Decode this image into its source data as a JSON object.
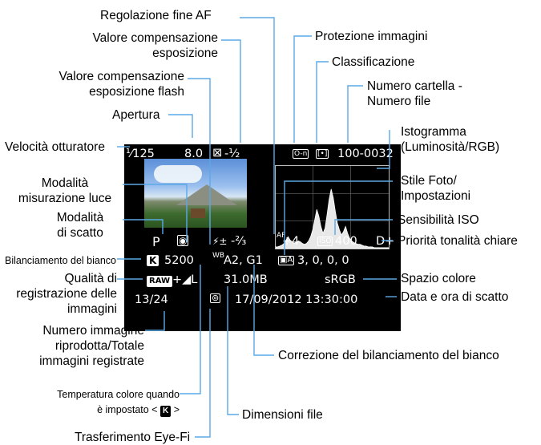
{
  "labels": {
    "regolazione_fine_af": "Regolazione fine AF",
    "valore_comp_esp_1": "Valore compensazione",
    "valore_comp_esp_2": "esposizione",
    "valore_comp_flash_1": "Valore compensazione",
    "valore_comp_flash_2": "esposizione flash",
    "apertura": "Apertura",
    "velocita_otturatore": "Velocità otturatore",
    "modalita_misurazione_1": "Modalità",
    "modalita_misurazione_2": "misurazione luce",
    "modalita_scatto_1": "Modalità",
    "modalita_scatto_2": "di scatto",
    "bilanciamento_bianco": "Bilanciamento del bianco",
    "qualita_1": "Qualità di",
    "qualita_2": "registrazione delle",
    "qualita_3": "immagini",
    "numero_immagine_1": "Numero immagine",
    "numero_immagine_2": "riprodotta/Totale",
    "numero_immagine_3": "immagini registrate",
    "temperatura_1": "Temperatura colore quando",
    "temperatura_2_prefix": "è impostato <",
    "temperatura_2_suffix": ">",
    "trasferimento_eyefi": "Trasferimento Eye-Fi",
    "dimensioni_file": "Dimensioni file",
    "correzione_bb": "Correzione del bilanciamento del bianco",
    "protezione_immagini": "Protezione immagini",
    "classificazione": "Classificazione",
    "numero_cartella_1": "Numero cartella -",
    "numero_cartella_2": "Numero file",
    "istogramma_1": "Istogramma",
    "istogramma_2": "(Luminosità/RGB)",
    "stile_foto_1": "Stile Foto/",
    "stile_foto_2": "Impostazioni",
    "sensibilita_iso": "Sensibilità ISO",
    "priorita_tonalita": "Priorità tonalità chiare",
    "spazio_colore": "Spazio colore",
    "data_ora": "Data e ora di scatto"
  },
  "screen": {
    "shutter_speed": "¹⁄125",
    "aperture": "8.0",
    "exposure_comp": "-¹⁄₂",
    "exposure_comp_icon": "⊠",
    "protect_icon": "O-n",
    "rating_icon": "[•]",
    "folder_file": "100-0032",
    "mode": "P",
    "metering_icon": "◉",
    "flash_comp": "-²⁄₃",
    "flash_icon": "⚡±",
    "af_microadjust": "+4",
    "af_icon": "AF",
    "iso_badge": "ISO",
    "iso_value": "400",
    "highlight_tone": "D+",
    "wb_badge": "K",
    "color_temp": "5200",
    "wb_shift": "A2, G1",
    "wb_shift_icon": "WB",
    "picture_style_icon": "▣A",
    "picture_style_values": "3,  0,  0,  0",
    "raw_badge": "RAW",
    "quality": "+◢L",
    "file_size": "31.0MB",
    "color_space": "sRGB",
    "image_count": "13/24",
    "eyefi_icon": "⊚",
    "datetime": "17/09/2012  13:30:00"
  },
  "histogram": [
    2,
    2,
    3,
    4,
    6,
    10,
    14,
    10,
    8,
    6,
    7,
    9,
    8,
    6,
    5,
    6,
    9,
    14,
    22,
    34,
    46,
    38,
    26,
    18,
    24,
    40,
    58,
    70,
    60,
    44,
    30,
    22,
    16,
    20,
    26,
    18,
    12,
    9,
    7,
    6,
    5,
    5,
    4,
    3,
    3,
    2,
    2,
    2,
    1,
    1,
    1,
    1,
    1,
    1,
    1,
    1
  ]
}
